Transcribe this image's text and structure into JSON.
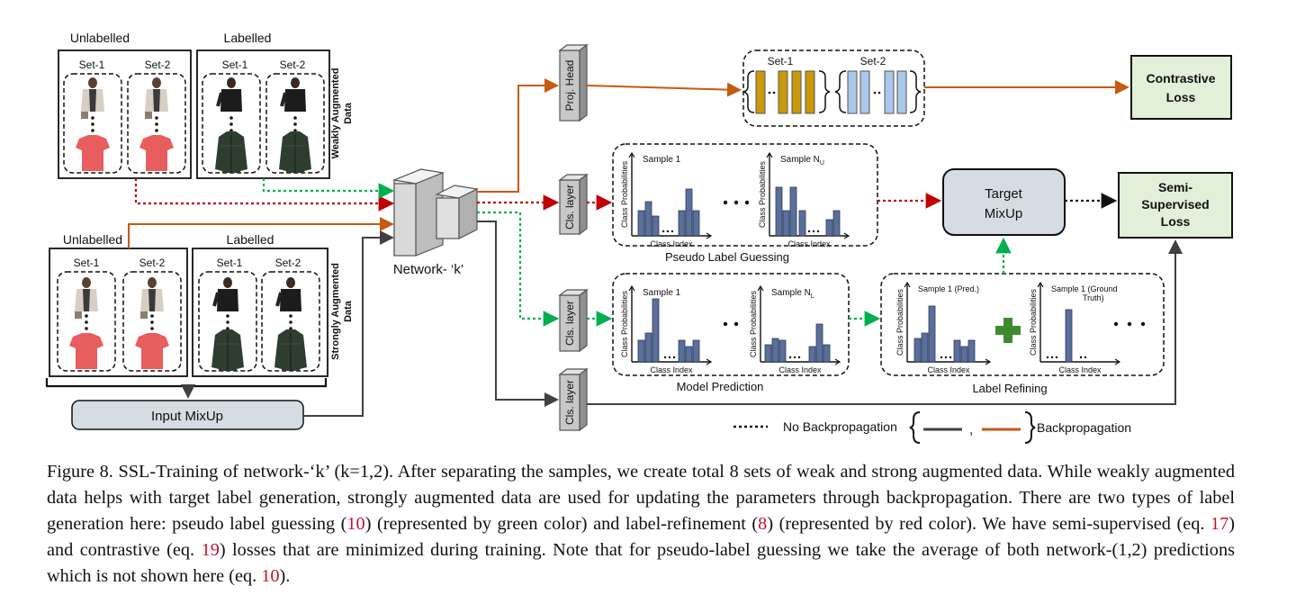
{
  "figure": {
    "unlabelled": "Unlabelled",
    "labelled": "Labelled",
    "set1": "Set-1",
    "set2": "Set-2",
    "weak_aug": "Weakly Augmented Data",
    "strong_aug": "Strongly Augmented Data",
    "input_mixup": "Input MixUp",
    "network": "Network- ‘k’",
    "proj_head": "Proj. Head",
    "cls_layer": "Cls. layer",
    "contrastive_loss": "Contrastive Loss",
    "semi_supervised_loss": "Semi-Supervised Loss",
    "target_mixup": "Target MixUp",
    "pseudo_label_guessing": "Pseudo Label Guessing",
    "model_prediction": "Model Prediction",
    "label_refining": "Label Refining",
    "sample_1": "Sample 1",
    "sample_nu": "Sample  N",
    "sample_nu_sub": "U",
    "sample_nl": "Sample  N",
    "sample_nl_sub": "L",
    "sample_1_pred": "Sample 1 (Pred.)",
    "sample_1_gt_a": "Sample  1 (Ground",
    "sample_1_gt_b": "Truth)",
    "class_probabilities": "Class Probabilities",
    "class_index": "Class Index",
    "no_backprop": "No Backpropagation",
    "backprop": "Backpropagation",
    "colors": {
      "orange": "#c55a11",
      "red": "#c00000",
      "green": "#00b050",
      "gray": "#404040",
      "bar": "#5a6f99",
      "gold": "#c9980b",
      "blue_bar": "#a9c8ea",
      "loss_fill": "#e2efd9",
      "mixup_fill": "#d6dce4",
      "plus": "#3f8a2e"
    }
  },
  "caption": {
    "p1": "Figure 8. SSL-Training of network-‘k’ (k=1,2). After separating the samples, we create total 8 sets of weak and strong augmented data. While weakly augmented data helps with target label generation, strongly augmented data are used for updating the parameters through backpropagation. There are two types of label generation here: pseudo label guessing (",
    "r1": "10",
    "p2": ") (represented by green color) and label-refinement (",
    "r2": "8",
    "p3": ") (represented by red color). We have semi-supervised (eq. ",
    "r3": "17",
    "p4": ") and contrastive (eq. ",
    "r4": "19",
    "p5": ") losses that are minimized during training. Note that for pseudo-label guessing we take the average of both network-(1,2) predictions which is not shown here (eq. ",
    "r5": "10",
    "p6": ")."
  }
}
